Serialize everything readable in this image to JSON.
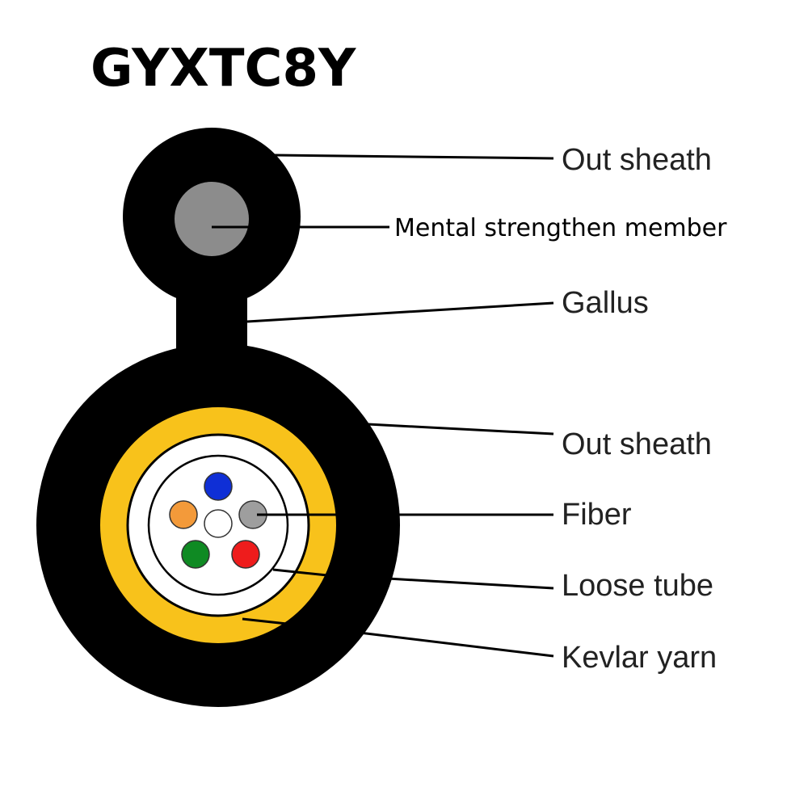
{
  "title": "GYXTC8Y",
  "labels": {
    "messenger_sheath": "Out sheath",
    "strength_member": "Mental strengthen member",
    "gallus": "Gallus",
    "cable_sheath": "Out sheath",
    "fiber": "Fiber",
    "loose_tube": "Loose tube",
    "kevlar_yarn": "Kevlar yarn"
  },
  "colors": {
    "sheath": "#000000",
    "strength_member": "#8c8c8c",
    "kevlar_yarn": "#f8c21b",
    "tube_fill": "#ffffff",
    "fiber_blue": "#0f2fd6",
    "fiber_orange": "#f39a3a",
    "fiber_gray": "#9e9e9e",
    "fiber_white": "#ffffff",
    "fiber_green": "#0f8a23",
    "fiber_red": "#ee1c1c"
  }
}
